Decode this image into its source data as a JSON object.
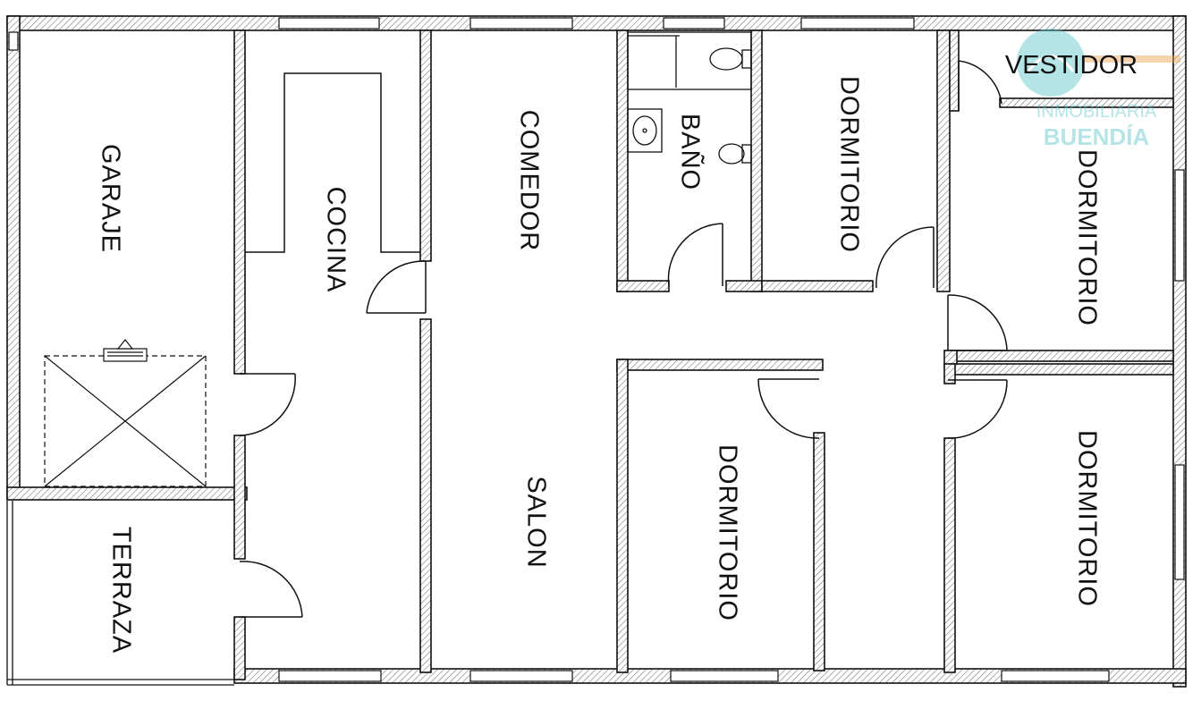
{
  "rooms": {
    "garaje": "GARAJE",
    "terraza": "TERRAZA",
    "cocina": "COCINA",
    "comedor": "COMEDOR",
    "salon": "SALON",
    "bano": "BAÑO",
    "vestidor": "VESTIDOR",
    "dormitorio_1": "DORMITORIO",
    "dormitorio_2": "DORMITORIO",
    "dormitorio_3": "DORMITORIO",
    "dormitorio_4": "DORMITORIO"
  },
  "watermark": {
    "line1": "INMOBILIARIA",
    "line2": "BUENDÍA",
    "color_primary": "#5bc4c9",
    "color_accent": "#f0a050"
  },
  "colors": {
    "wall_stroke": "#111111",
    "wall_hatch": "#888888"
  }
}
